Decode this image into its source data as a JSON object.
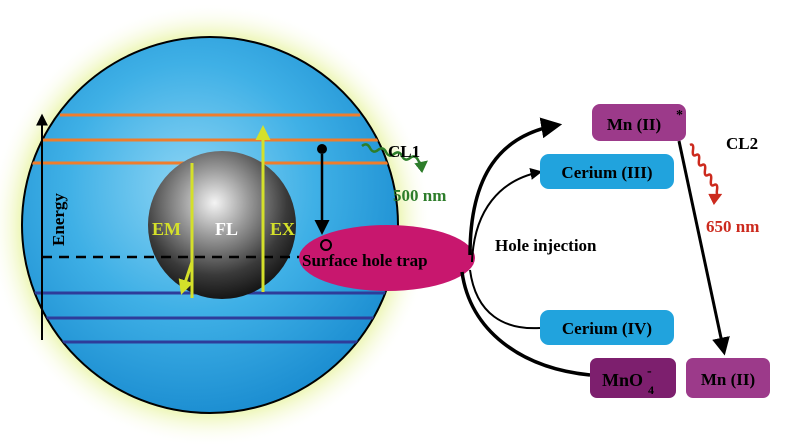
{
  "labels": {
    "energy": "Energy",
    "em": "EM",
    "fl": "FL",
    "ex": "EX",
    "cl1": "CL1",
    "nm500": "500 nm",
    "surface_trap": "Surface hole trap",
    "hole_injection": "Hole injection",
    "cerium_iii": "Cerium (III)",
    "cerium_iv": "Cerium (IV)",
    "mn_excited": "Mn (II)",
    "mn_excited_star": "*",
    "mno4_base": "MnO",
    "mno4_sub": "4",
    "mno4_sup": "-",
    "mn_ii": "Mn (II)",
    "cl2": "CL2",
    "nm650": "650 nm"
  },
  "colors": {
    "sphere_blue": "#2aa3de",
    "halo_green": "#d8ec6a",
    "core_dark": "#1e1e1e",
    "level_orange": "#ef7d2c",
    "level_blue": "#2e3c9a",
    "arrow_yellow": "#d4e02a",
    "trap_magenta": "#c8176e",
    "cerium_blue": "#21a3dd",
    "mn_purple": "#9c3a8a",
    "mn_dark_purple": "#7d1f6e",
    "text_green": "#2d7d2a",
    "text_red": "#cc2a1e"
  }
}
